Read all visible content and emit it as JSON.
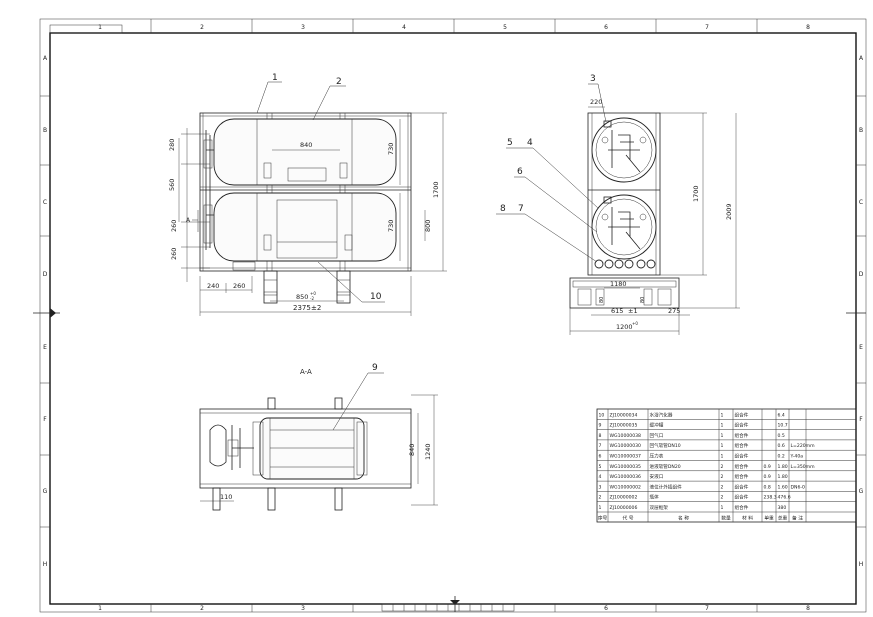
{
  "grid": {
    "cols": [
      "1",
      "2",
      "3",
      "4",
      "5",
      "6",
      "7",
      "8"
    ],
    "rows": [
      "A",
      "B",
      "C",
      "D",
      "E",
      "F",
      "G",
      "H"
    ]
  },
  "front_view": {
    "balloons": [
      "1",
      "2",
      "10"
    ],
    "dims": {
      "d840": "840",
      "d280": "280",
      "d560": "560",
      "d260a": "260",
      "d260b": "260",
      "d730a": "730",
      "d730b": "730",
      "d1700": "1700",
      "d800": "800",
      "d240": "240",
      "d260c": "260",
      "d850": "850",
      "d850tol": "-2",
      "d850tolup": "+0",
      "d2375": "2375",
      "d2375tol": "±2"
    },
    "section_marker": "A"
  },
  "side_view": {
    "balloons": [
      "3",
      "4",
      "5",
      "6",
      "7",
      "8"
    ],
    "dims": {
      "d220": "220",
      "d1700": "1700",
      "d2009": "2009",
      "d1180": "1180",
      "d615": "615",
      "d615tol": "±1",
      "d275": "275",
      "d1200": "1200",
      "d1200tol": "+0",
      "d80a": "80",
      "d80b": "80"
    }
  },
  "section_view": {
    "title": "A-A",
    "balloon": "9",
    "dims": {
      "d110": "110",
      "d840": "840",
      "d1240": "1240"
    }
  },
  "bom": {
    "header": [
      "序号",
      "代 号",
      "名 称",
      "数量",
      "材 料",
      "单重",
      "总重",
      "备 注"
    ],
    "rows": [
      [
        "10",
        "ZJ10000034",
        "水浴汽化器",
        "1",
        "",
        "组合件",
        "",
        "6.4",
        ""
      ],
      [
        "9",
        "ZJ10000035",
        "缓冲罐",
        "1",
        "",
        "组合件",
        "",
        "10.7",
        ""
      ],
      [
        "8",
        "WG10000038",
        "回气口",
        "1",
        "",
        "组合件",
        "",
        "0.5",
        ""
      ],
      [
        "7",
        "WG10000030",
        "回气软管DN10",
        "1",
        "",
        "组合件",
        "",
        "0.6",
        "L=220mm"
      ],
      [
        "6",
        "WG10000037",
        "压力表",
        "1",
        "",
        "组合件",
        "",
        "0.2",
        "Y-40a"
      ],
      [
        "5",
        "WG10000035",
        "进液软管DN20",
        "2",
        "",
        "组合件",
        "0.9",
        "1.80",
        "L=350mm"
      ],
      [
        "4",
        "WG10000036",
        "安液口",
        "2",
        "",
        "组合件",
        "0.9",
        "1.80",
        ""
      ],
      [
        "3",
        "WG10000002",
        "液位计外插组件",
        "2",
        "",
        "组合件",
        "0.8",
        "1.60",
        "DN6-0"
      ],
      [
        "2",
        "ZJ10000002",
        "瓶体",
        "2",
        "",
        "组合件",
        "238.3",
        "476.6",
        ""
      ],
      [
        "1",
        "ZJ10000006",
        "双层框架",
        "1",
        "",
        "组合件",
        "",
        "380",
        ""
      ]
    ]
  }
}
